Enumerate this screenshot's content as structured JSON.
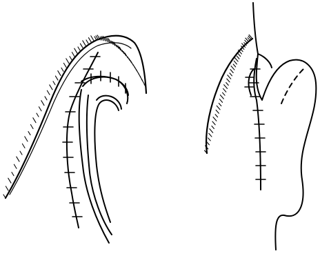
{
  "figure": {
    "panels": [
      {
        "name": "left-panel",
        "description_id": "ear-reconstruction-left"
      },
      {
        "name": "right-panel",
        "description_id": "ear-reconstruction-right"
      }
    ],
    "ink_color": "#000000",
    "background": "#ffffff"
  }
}
